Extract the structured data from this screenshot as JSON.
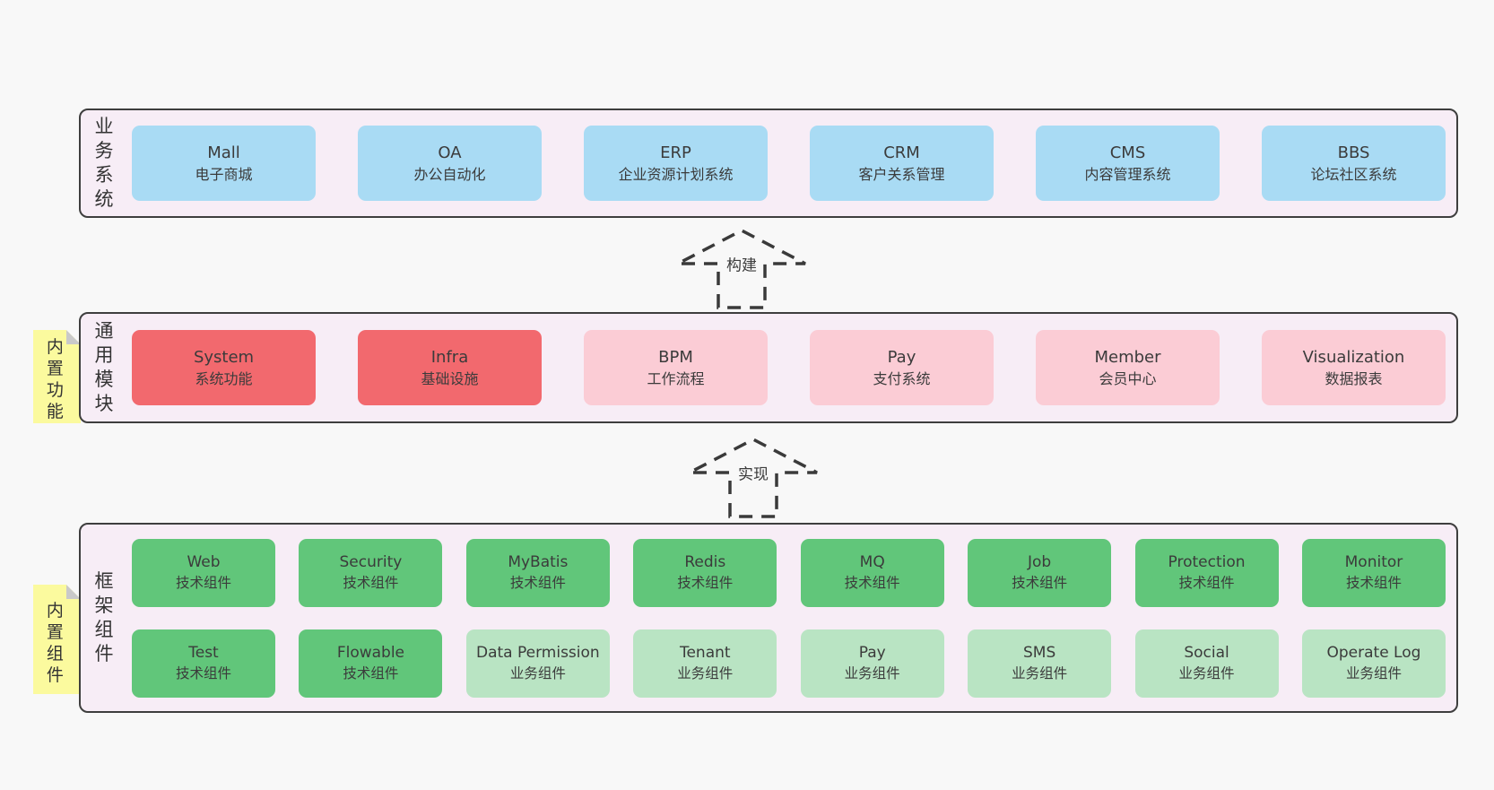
{
  "colors": {
    "page_background": "#f8f8f8",
    "panel_background": "#f7edf6",
    "panel_border": "#3e3e3e",
    "card_blue": "#a9dbf4",
    "card_red": "#f2696e",
    "card_pink": "#fbccd5",
    "card_green": "#61c67a",
    "card_green_light": "#b9e4c3",
    "sticky_yellow": "#fbfa9e",
    "sticky_fold_gray": "#c9c9c9",
    "text": "#3b3b3b"
  },
  "arrows": [
    {
      "label": "构建"
    },
    {
      "label": "实现"
    }
  ],
  "sections": [
    {
      "label": "业务系统",
      "items": [
        {
          "name": "Mall",
          "subtitle": "电子商城"
        },
        {
          "name": "OA",
          "subtitle": "办公自动化"
        },
        {
          "name": "ERP",
          "subtitle": "企业资源计划系统"
        },
        {
          "name": "CRM",
          "subtitle": "客户关系管理"
        },
        {
          "name": "CMS",
          "subtitle": "内容管理系统"
        },
        {
          "name": "BBS",
          "subtitle": "论坛社区系统"
        }
      ]
    },
    {
      "label": "通用模块",
      "sticky": "内置功能",
      "items": [
        {
          "name": "System",
          "subtitle": "系统功能"
        },
        {
          "name": "Infra",
          "subtitle": "基础设施"
        },
        {
          "name": "BPM",
          "subtitle": "工作流程"
        },
        {
          "name": "Pay",
          "subtitle": "支付系统"
        },
        {
          "name": "Member",
          "subtitle": "会员中心"
        },
        {
          "name": "Visualization",
          "subtitle": "数据报表"
        }
      ]
    },
    {
      "label": "框架组件",
      "sticky": "内置组件",
      "rows": [
        [
          {
            "name": "Web",
            "subtitle": "技术组件"
          },
          {
            "name": "Security",
            "subtitle": "技术组件"
          },
          {
            "name": "MyBatis",
            "subtitle": "技术组件"
          },
          {
            "name": "Redis",
            "subtitle": "技术组件"
          },
          {
            "name": "MQ",
            "subtitle": "技术组件"
          },
          {
            "name": "Job",
            "subtitle": "技术组件"
          },
          {
            "name": "Protection",
            "subtitle": "技术组件"
          },
          {
            "name": "Monitor",
            "subtitle": "技术组件"
          }
        ],
        [
          {
            "name": "Test",
            "subtitle": "技术组件"
          },
          {
            "name": "Flowable",
            "subtitle": "技术组件"
          },
          {
            "name": "Data Permission",
            "subtitle": "业务组件"
          },
          {
            "name": "Tenant",
            "subtitle": "业务组件"
          },
          {
            "name": "Pay",
            "subtitle": "业务组件"
          },
          {
            "name": "SMS",
            "subtitle": "业务组件"
          },
          {
            "name": "Social",
            "subtitle": "业务组件"
          },
          {
            "name": "Operate Log",
            "subtitle": "业务组件"
          }
        ]
      ]
    }
  ]
}
